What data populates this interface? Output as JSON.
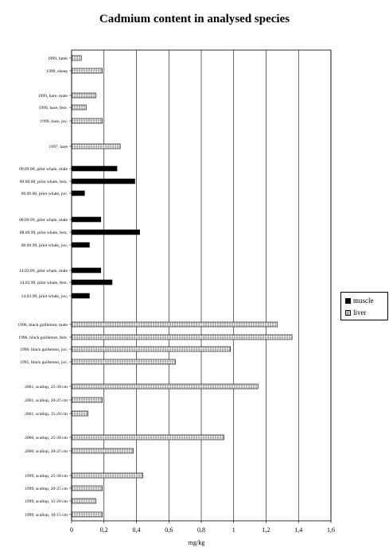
{
  "chart_data": {
    "type": "bar",
    "orientation": "horizontal",
    "title": "Cadmium content in analysed species",
    "xlabel": "mg/kg",
    "ylabel": "",
    "xlim": [
      0,
      1.6
    ],
    "xticks": [
      "0",
      "0,2",
      "0,4",
      "0,6",
      "0,8",
      "1",
      "1,2",
      "1,4",
      "1,6"
    ],
    "grid": "vertical",
    "legend_position": "right",
    "series_colors": {
      "muscle": "#000000",
      "liver": "#888888"
    },
    "series": [
      {
        "name": "muscle"
      },
      {
        "name": "liver"
      }
    ],
    "categories": [
      {
        "label": "1999, lamb",
        "series": "liver",
        "value": 0.06
      },
      {
        "label": "1999, sheep",
        "series": "liver",
        "value": 0.19
      },
      {
        "label": "1999, hare, male",
        "series": "liver",
        "value": 0.15
      },
      {
        "label": "1999, hare, fem.",
        "series": "liver",
        "value": 0.09
      },
      {
        "label": "1999, hare, juv.",
        "series": "liver",
        "value": 0.19
      },
      {
        "label": "1997, hare",
        "series": "liver",
        "value": 0.3
      },
      {
        "label": "09.09.00, pilot whale, male",
        "series": "muscle",
        "value": 0.28
      },
      {
        "label": "09.09.00, pilot whale, fem.",
        "series": "muscle",
        "value": 0.39
      },
      {
        "label": "09.09.00, pilot whale, juv.",
        "series": "muscle",
        "value": 0.08
      },
      {
        "label": "08.09.99, pilot whale, male",
        "series": "muscle",
        "value": 0.18
      },
      {
        "label": "08.09.99, pilot whale, fem.",
        "series": "muscle",
        "value": 0.42
      },
      {
        "label": "08.09.99, pilot whale, juv.",
        "series": "muscle",
        "value": 0.11
      },
      {
        "label": "14.03.99, pilot whale, male",
        "series": "muscle",
        "value": 0.18
      },
      {
        "label": "14.03.99, pilot whale, fem.",
        "series": "muscle",
        "value": 0.25
      },
      {
        "label": "14.03.99, pilot whale, juv.",
        "series": "muscle",
        "value": 0.11
      },
      {
        "label": "1996, black guillemot, male",
        "series": "liver",
        "value": 1.27
      },
      {
        "label": "1996, black guillemot, fem.",
        "series": "liver",
        "value": 1.36
      },
      {
        "label": "1996, black guillemot, juv.",
        "series": "liver",
        "value": 0.98
      },
      {
        "label": "1995, black guillemot, juv.",
        "series": "liver",
        "value": 0.64
      },
      {
        "label": "2001, scallop, 25-30 cm",
        "series": "liver",
        "value": 1.15
      },
      {
        "label": "2001, scallop, 20-25 cm",
        "series": "liver",
        "value": 0.19
      },
      {
        "label": "2001, scallop, 15-20 cm",
        "series": "liver",
        "value": 0.1
      },
      {
        "label": "2000, scallop, 25-30 cm",
        "series": "liver",
        "value": 0.94
      },
      {
        "label": "2000, scallop, 20-25 cm",
        "series": "liver",
        "value": 0.38
      },
      {
        "label": "1999, scallop, 25-30 cm",
        "series": "liver",
        "value": 0.44
      },
      {
        "label": "1999, scallop, 20-25 cm",
        "series": "liver",
        "value": 0.19
      },
      {
        "label": "1999, scallop, 15-20 cm",
        "series": "liver",
        "value": 0.15
      },
      {
        "label": "1999, scallop, 10-15 cm",
        "series": "liver",
        "value": 0.19
      }
    ]
  }
}
